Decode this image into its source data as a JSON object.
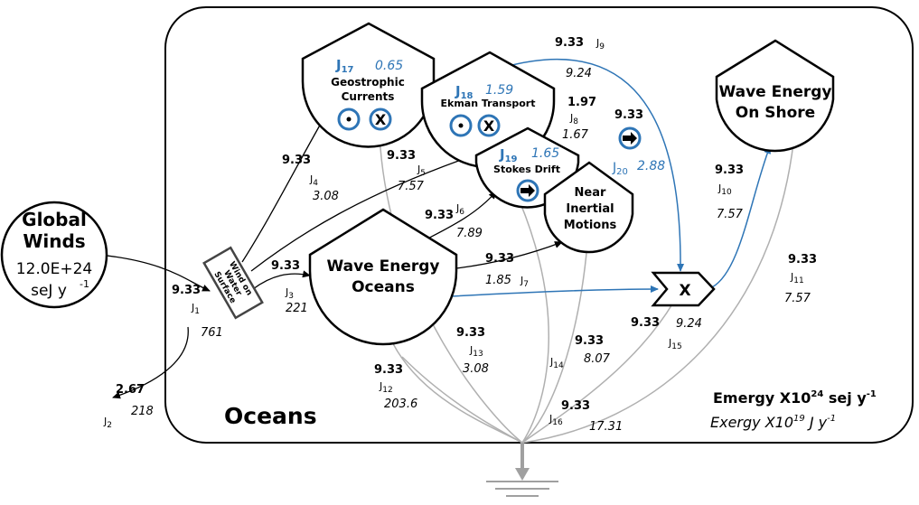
{
  "source": {
    "title": "Global",
    "title2": "Winds",
    "value": "12.0E+24",
    "unit": "seJ y",
    "unit_sup": "-1"
  },
  "system_label": "Oceans",
  "legend": {
    "emergy": "Emergy X10",
    "emergy_sup": "24",
    "emergy_tail": " sej y",
    "emergy_tail_sup": "-1",
    "exergy": "Exergy X10",
    "exergy_sup": "19",
    "exergy_tail": " J y",
    "exergy_tail_sup": "-1"
  },
  "nodes": {
    "wind_surface": {
      "l1": "Wind on",
      "l2": "Water",
      "l3": "Surface"
    },
    "wave_oceans": {
      "l1": "Wave Energy",
      "l2": "Oceans"
    },
    "geostrophic": {
      "j": "J",
      "jsub": "17",
      "val": "0.65",
      "l1": "Geostrophic",
      "l2": "Currents"
    },
    "ekman": {
      "j": "J",
      "jsub": "18",
      "val": "1.59",
      "l1": "Ekman Transport"
    },
    "stokes": {
      "j": "J",
      "jsub": "19",
      "val": "1.65",
      "l1": "Stokes Drift"
    },
    "inertial": {
      "l1": "Near",
      "l2": "Inertial",
      "l3": "Motions"
    },
    "shore": {
      "l1": "Wave Energy",
      "l2": "On Shore"
    },
    "j20": {
      "j": "J",
      "jsub": "20",
      "val": "2.88",
      "em": "9.33"
    },
    "multiplier": {
      "symbol": "X"
    }
  },
  "flows": [
    {
      "id": "J1",
      "j": "J",
      "sub": "1",
      "em": "9.33",
      "ex": "761"
    },
    {
      "id": "J2",
      "j": "J",
      "sub": "2",
      "em": "2.67",
      "ex": "218"
    },
    {
      "id": "J3",
      "j": "J",
      "sub": "3",
      "em": "9.33",
      "ex": "221"
    },
    {
      "id": "J4",
      "j": "J",
      "sub": "4",
      "em": "9.33",
      "ex": "3.08"
    },
    {
      "id": "J5",
      "j": "J",
      "sub": "5",
      "em": "9.33",
      "ex": "7.57"
    },
    {
      "id": "J6",
      "j": "J",
      "sub": "6",
      "em": "9.33",
      "ex": "7.89"
    },
    {
      "id": "J7",
      "j": "J",
      "sub": "7",
      "em": "9.33",
      "ex": "1.85"
    },
    {
      "id": "J8",
      "j": "J",
      "sub": "8",
      "em": "1.97",
      "ex": "1.67"
    },
    {
      "id": "J9",
      "j": "J",
      "sub": "9",
      "em": "9.33",
      "ex": "9.24"
    },
    {
      "id": "J10",
      "j": "J",
      "sub": "10",
      "em": "9.33",
      "ex": "7.57"
    },
    {
      "id": "J11",
      "j": "J",
      "sub": "11",
      "em": "9.33",
      "ex": "7.57"
    },
    {
      "id": "J12",
      "j": "J",
      "sub": "12",
      "em": "9.33",
      "ex": "203.6"
    },
    {
      "id": "J13",
      "j": "J",
      "sub": "13",
      "em": "9.33",
      "ex": "3.08"
    },
    {
      "id": "J14",
      "j": "J",
      "sub": "14",
      "em": "9.33",
      "ex": "8.07"
    },
    {
      "id": "J15",
      "j": "J",
      "sub": "15",
      "em": "9.33",
      "ex": "9.24"
    },
    {
      "id": "J16",
      "j": "J",
      "sub": "16",
      "em": "9.33",
      "ex": "17.31"
    }
  ],
  "colors": {
    "blue": "#2e75b6",
    "gray": "#b0b0b0",
    "black": "#000000"
  }
}
